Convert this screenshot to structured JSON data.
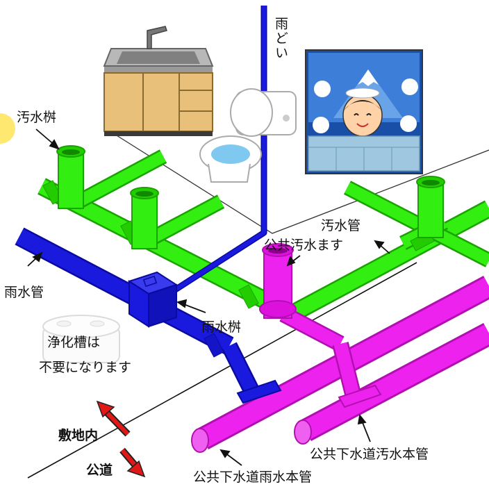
{
  "labels": {
    "owsui_masu": "汚水桝",
    "amadoi": "雨どい",
    "usui_kan": "雨水管",
    "osui_kan": "汚水管",
    "kokyo_osui_masu": "公共汚水ます",
    "usui_masu": "雨水桝",
    "jokaso_line1": "浄化槽は",
    "jokaso_line2": "不要になります",
    "shikichinai": "敷地内",
    "kodo": "公道",
    "kokyo_gesui_osui_honkan": "公共下水道汚水本管",
    "kokyo_gesui_usui_honkan": "公共下水道雨水本管"
  },
  "colors": {
    "sewage_pipe": "#33ee11",
    "storm_pipe": "#1a1adf",
    "public_sewer": "#ee22ee",
    "arrow_red": "#e01818",
    "highlight": "#ffe870"
  },
  "icons": [
    "kitchen-sink-icon",
    "toilet-icon",
    "bath-scene-icon",
    "septic-tank-icon"
  ]
}
